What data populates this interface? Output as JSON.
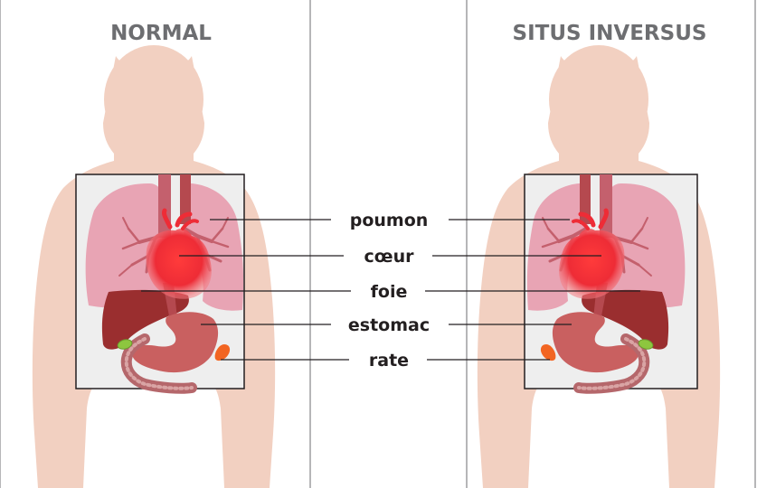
{
  "panels": {
    "normal": {
      "title": "NORMAL"
    },
    "inversus": {
      "title": "SITUS INVERSUS"
    }
  },
  "labels": {
    "lung": "poumon",
    "heart": "cœur",
    "liver": "foie",
    "stomach": "estomac",
    "spleen": "rate"
  },
  "colors": {
    "skin": "#f2d0c1",
    "lung": "#e8a4b4",
    "bronchi": "#c4606d",
    "heart": "#ee2c36",
    "liver": "#9a2e2f",
    "stomach": "#c96060",
    "intestine": "#b5676b",
    "spleen": "#f26522",
    "gallbladder": "#8dc63f",
    "box_fill": "#eeeeee"
  }
}
